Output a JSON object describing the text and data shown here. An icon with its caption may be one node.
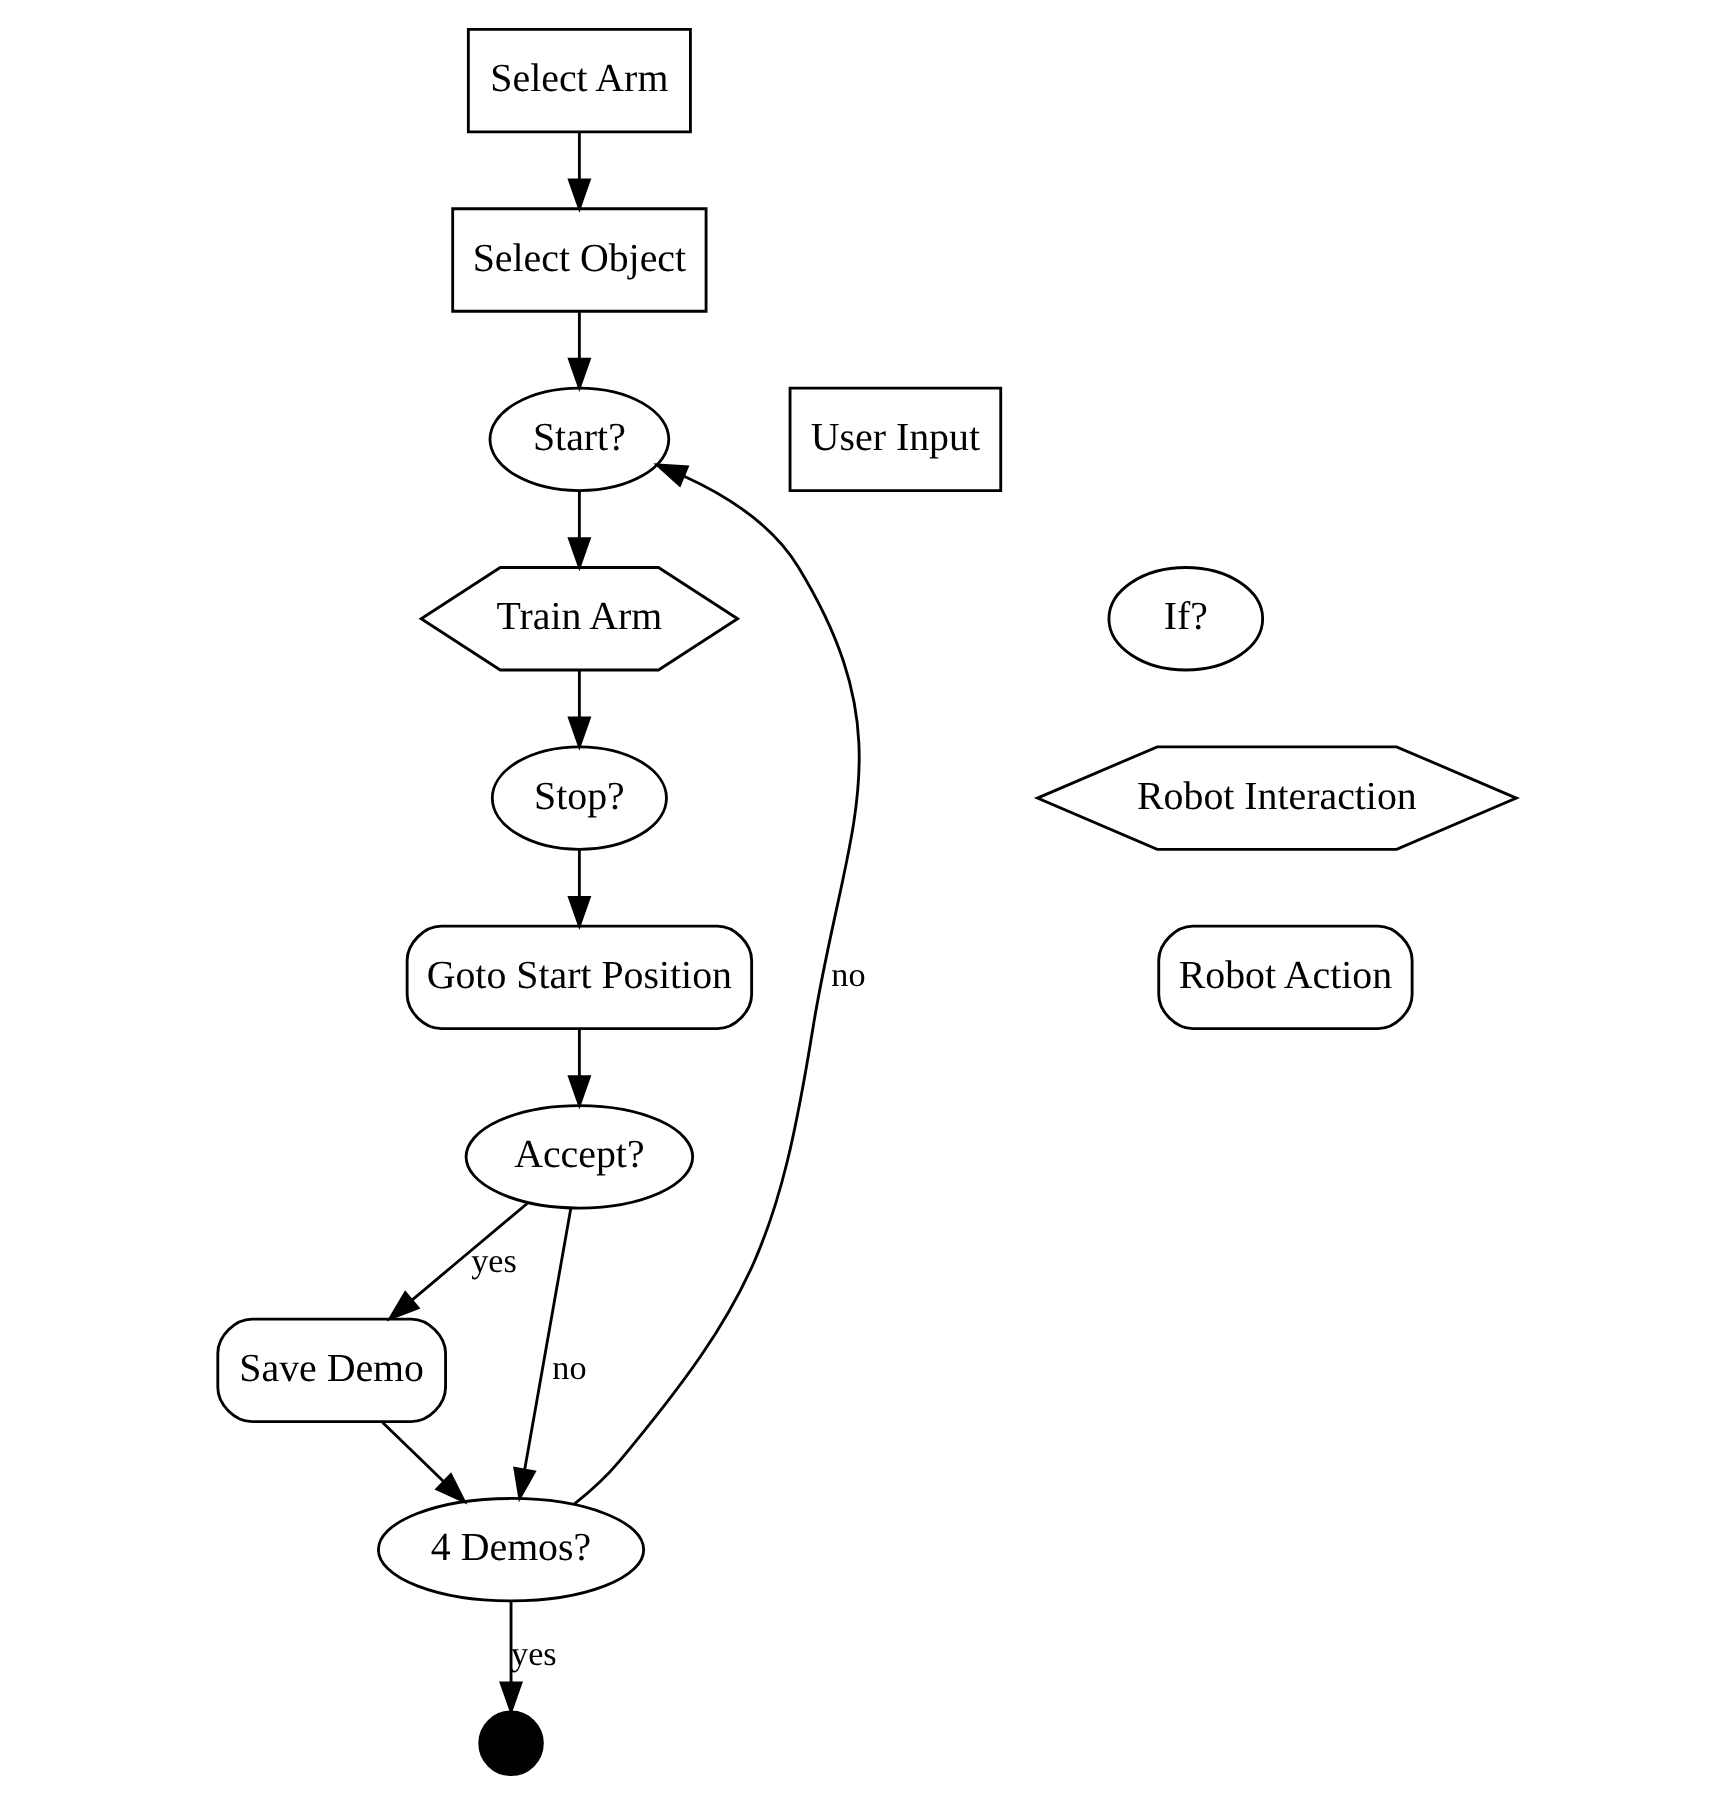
{
  "diagram": {
    "nodes": [
      {
        "text": [
          "Select Arm"
        ]
      },
      {
        "text": [
          "Select Object"
        ]
      },
      {
        "text": [
          "Start?"
        ]
      },
      {
        "text": [
          "Train Arm"
        ]
      },
      {
        "text": [
          "Stop?"
        ]
      },
      {
        "text": [
          "Goto Start Position"
        ]
      },
      {
        "text": [
          "Accept?"
        ]
      },
      {
        "text": [
          "Save Demo"
        ]
      },
      {
        "text": [
          "4 Demos?"
        ]
      },
      {
        "text": [],
        "shape": "circle"
      },
      {
        "text": [
          "User Input"
        ]
      },
      {
        "text": [
          "If?"
        ]
      },
      {
        "text": [
          "Robot Interaction"
        ]
      },
      {
        "text": [
          "Robot Action"
        ]
      }
    ],
    "edges": [
      {
        "from": 0,
        "to": 1,
        "arrow": "to"
      },
      {
        "from": 1,
        "to": 2,
        "arrow": "to"
      },
      {
        "from": 2,
        "to": 3,
        "arrow": "to"
      },
      {
        "from": 3,
        "to": 4,
        "arrow": "to"
      },
      {
        "from": 4,
        "to": 5,
        "arrow": "to"
      },
      {
        "from": 5,
        "to": 6,
        "arrow": "to"
      },
      {
        "from": 6,
        "to": 7,
        "arrow": "to",
        "label": "yes"
      },
      {
        "from": 6,
        "to": 8,
        "arrow": "to",
        "label": "no"
      },
      {
        "from": 7,
        "to": 8,
        "arrow": "to"
      },
      {
        "from": 8,
        "to": 2,
        "arrow": "to",
        "label": "no"
      },
      {
        "from": 8,
        "to": 9,
        "arrow": "to",
        "label": "yes"
      }
    ]
  }
}
